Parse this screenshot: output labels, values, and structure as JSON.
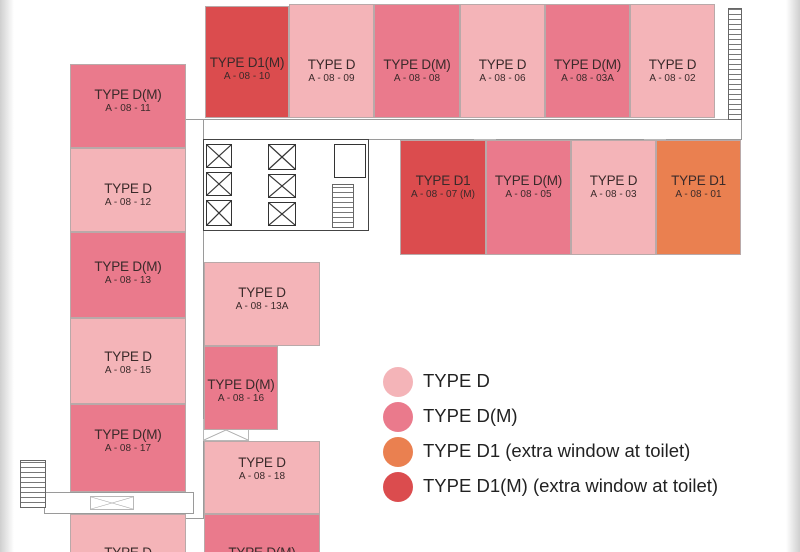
{
  "colors": {
    "type_d": "#f4b4b8",
    "type_dm": "#ea7a8c",
    "type_d1": "#ea8050",
    "type_d1m": "#db4c4e"
  },
  "units": [
    {
      "type": "TYPE D1(M)",
      "code": "A - 08 - 10"
    },
    {
      "type": "TYPE D",
      "code": "A - 08 - 09"
    },
    {
      "type": "TYPE D(M)",
      "code": "A - 08 - 08"
    },
    {
      "type": "TYPE D",
      "code": "A - 08 - 06"
    },
    {
      "type": "TYPE D(M)",
      "code": "A - 08 - 03A"
    },
    {
      "type": "TYPE D",
      "code": "A - 08 - 02"
    },
    {
      "type": "TYPE D1",
      "code": "A - 08 - 07 (M)"
    },
    {
      "type": "TYPE D(M)",
      "code": "A - 08 - 05"
    },
    {
      "type": "TYPE D",
      "code": "A - 08 - 03"
    },
    {
      "type": "TYPE D1",
      "code": "A - 08 - 01"
    },
    {
      "type": "TYPE D(M)",
      "code": "A - 08 - 11"
    },
    {
      "type": "TYPE D",
      "code": "A - 08 - 12"
    },
    {
      "type": "TYPE D(M)",
      "code": "A - 08 - 13"
    },
    {
      "type": "TYPE D",
      "code": "A - 08 - 15"
    },
    {
      "type": "TYPE D(M)",
      "code": "A - 08 - 17"
    },
    {
      "type": "TYPE D",
      "code": ""
    },
    {
      "type": "TYPE D",
      "code": "A - 08 - 13A"
    },
    {
      "type": "TYPE D(M)",
      "code": "A - 08 - 16"
    },
    {
      "type": "TYPE D",
      "code": "A - 08 - 18"
    },
    {
      "type": "TYPE D(M)",
      "code": ""
    }
  ],
  "legend": [
    {
      "label": "TYPE D"
    },
    {
      "label": "TYPE D(M)"
    },
    {
      "label": "TYPE D1 (extra window at toilet)"
    },
    {
      "label": "TYPE D1(M) (extra window at toilet)"
    }
  ]
}
